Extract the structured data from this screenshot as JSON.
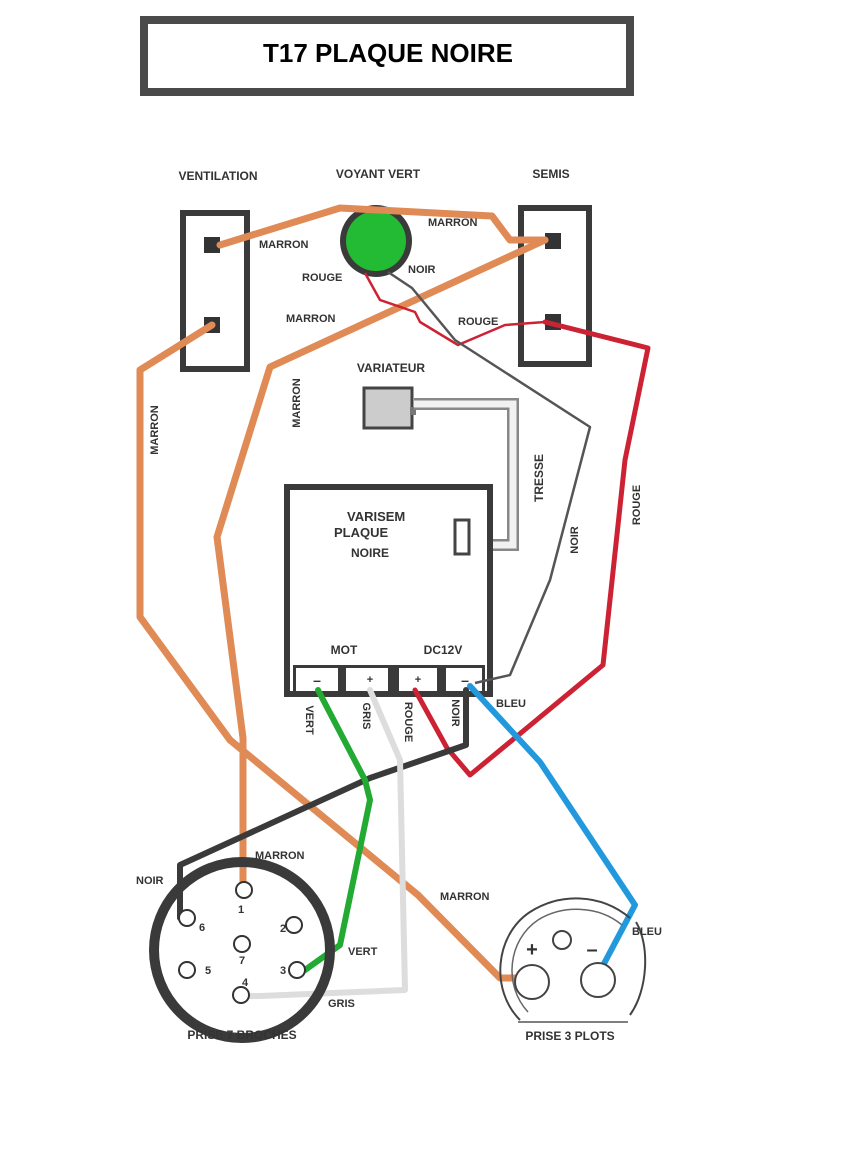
{
  "title": "T17 PLAQUE NOIRE",
  "labels": {
    "ventilation": "VENTILATION",
    "voyant_vert": "VOYANT VERT",
    "semis": "SEMIS",
    "variateur": "VARIATEUR",
    "tresse": "TRESSE",
    "varisem_line1": "VARISEM",
    "varisem_line2": "PLAQUE",
    "varisem_line3": "NOIRE",
    "mot": "MOT",
    "dc12v": "DC12V",
    "term_minus": "–",
    "term_plus": "+",
    "prise7": "PRISE 7 BROCHES",
    "prise3": "PRISE 3 PLOTS",
    "plus_sign": "+",
    "minus_sign": "–"
  },
  "wire_labels": {
    "marron_vent_top": "MARRON",
    "marron_semis_top": "MARRON",
    "rouge_led": "ROUGE",
    "noir_led": "NOIR",
    "marron_mid": "MARRON",
    "rouge_semis": "ROUGE",
    "marron_left_vertical": "MARRON",
    "marron_mid_vertical": "MARRON",
    "noir_right_vertical": "NOIR",
    "rouge_right_vertical": "ROUGE",
    "vert_term": "VERT",
    "gris_term": "GRIS",
    "rouge_term": "ROUGE",
    "noir_term": "NOIR",
    "bleu_term": "BLEU",
    "marron_pin1": "MARRON",
    "noir_pin6": "NOIR",
    "vert_pin3": "VERT",
    "gris_pin4": "GRIS",
    "marron_prise3": "MARRON",
    "bleu_prise3": "BLEU"
  },
  "pins": [
    "1",
    "2",
    "3",
    "4",
    "5",
    "6",
    "7"
  ],
  "colors": {
    "marron": "#e08a55",
    "rouge": "#cc2233",
    "noir": "#3a3a3a",
    "gris": "#dddddd",
    "vert": "#22aa33",
    "bleu": "#2299dd",
    "led": "#22bb33"
  }
}
